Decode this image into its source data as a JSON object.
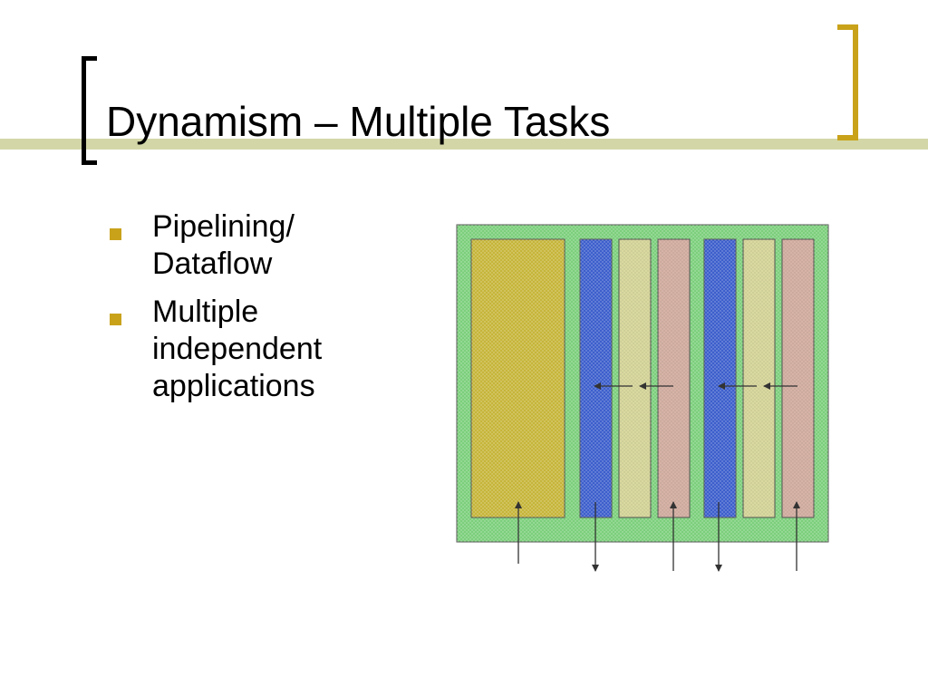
{
  "title": "Dynamism – Multiple Tasks",
  "bullets": [
    {
      "lines": [
        "Pipelining/",
        "Dataflow"
      ]
    },
    {
      "lines": [
        "Multiple",
        "independent",
        "applications"
      ]
    }
  ],
  "colors": {
    "band": "#d3d7a8",
    "left_bracket": "#000000",
    "right_bracket": "#c9a21a",
    "bullet": "#c9a21a",
    "substrate": "#7ccf7c",
    "large_block": "#c6b53a",
    "blue_column": "#3d5fcc",
    "yellow_column": "#d9d9a0",
    "pink_column": "#d7b3a7",
    "arrow": "#333333"
  },
  "diagram": {
    "blocks": [
      "large-block",
      "blue-column",
      "yellow-column",
      "pink-column",
      "blue-column",
      "yellow-column",
      "pink-column"
    ],
    "horizontal_arrows": "right-to-left",
    "bottom_arrows": [
      "in",
      "out",
      "in",
      "out",
      "in"
    ]
  }
}
